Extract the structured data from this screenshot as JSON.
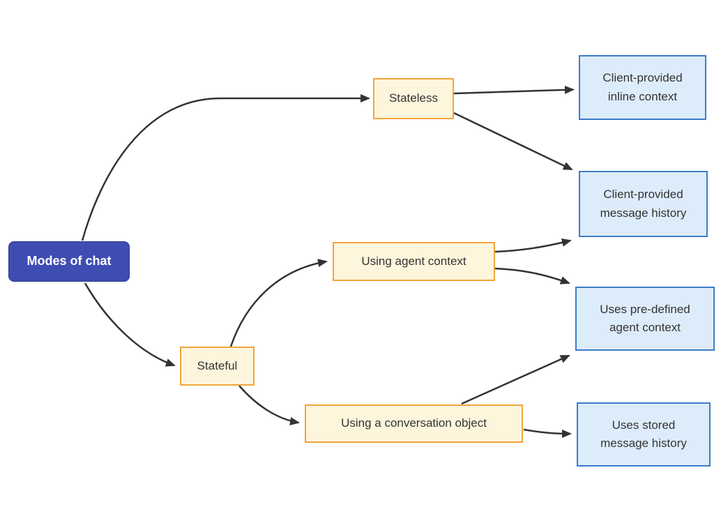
{
  "diagram": {
    "type": "flowchart",
    "direction": "left-to-right",
    "title": "Modes of chat",
    "nodes": {
      "root": {
        "label": "Modes of chat",
        "kind": "root"
      },
      "stateless": {
        "label": "Stateless",
        "kind": "branch"
      },
      "stateful": {
        "label": "Stateful",
        "kind": "branch"
      },
      "agent_context": {
        "label": "Using agent context",
        "kind": "branch"
      },
      "conversation": {
        "label": "Using a conversation object",
        "kind": "branch"
      },
      "inline_context": {
        "label": "Client-provided\ninline context",
        "kind": "leaf"
      },
      "message_history": {
        "label": "Client-provided\nmessage history",
        "kind": "leaf"
      },
      "predef_context": {
        "label": "Uses pre-defined\nagent context",
        "kind": "leaf"
      },
      "stored_history": {
        "label": "Uses stored\nmessage history",
        "kind": "leaf"
      }
    },
    "edges": [
      {
        "from": "root",
        "to": "stateless"
      },
      {
        "from": "root",
        "to": "stateful"
      },
      {
        "from": "stateless",
        "to": "inline_context"
      },
      {
        "from": "stateless",
        "to": "message_history"
      },
      {
        "from": "stateful",
        "to": "agent_context"
      },
      {
        "from": "stateful",
        "to": "conversation"
      },
      {
        "from": "agent_context",
        "to": "message_history"
      },
      {
        "from": "agent_context",
        "to": "predef_context"
      },
      {
        "from": "conversation",
        "to": "predef_context"
      },
      {
        "from": "conversation",
        "to": "stored_history"
      }
    ],
    "colors": {
      "root_fill": "#3f4db3",
      "root_border": "#2d3a8c",
      "root_text": "#ffffff",
      "branch_fill": "#fdf5dc",
      "branch_border": "#f2a53b",
      "leaf_fill": "#ddecfa",
      "leaf_border": "#3b7cc9",
      "edge": "#333333",
      "text": "#333333",
      "background": "#ffffff"
    }
  }
}
